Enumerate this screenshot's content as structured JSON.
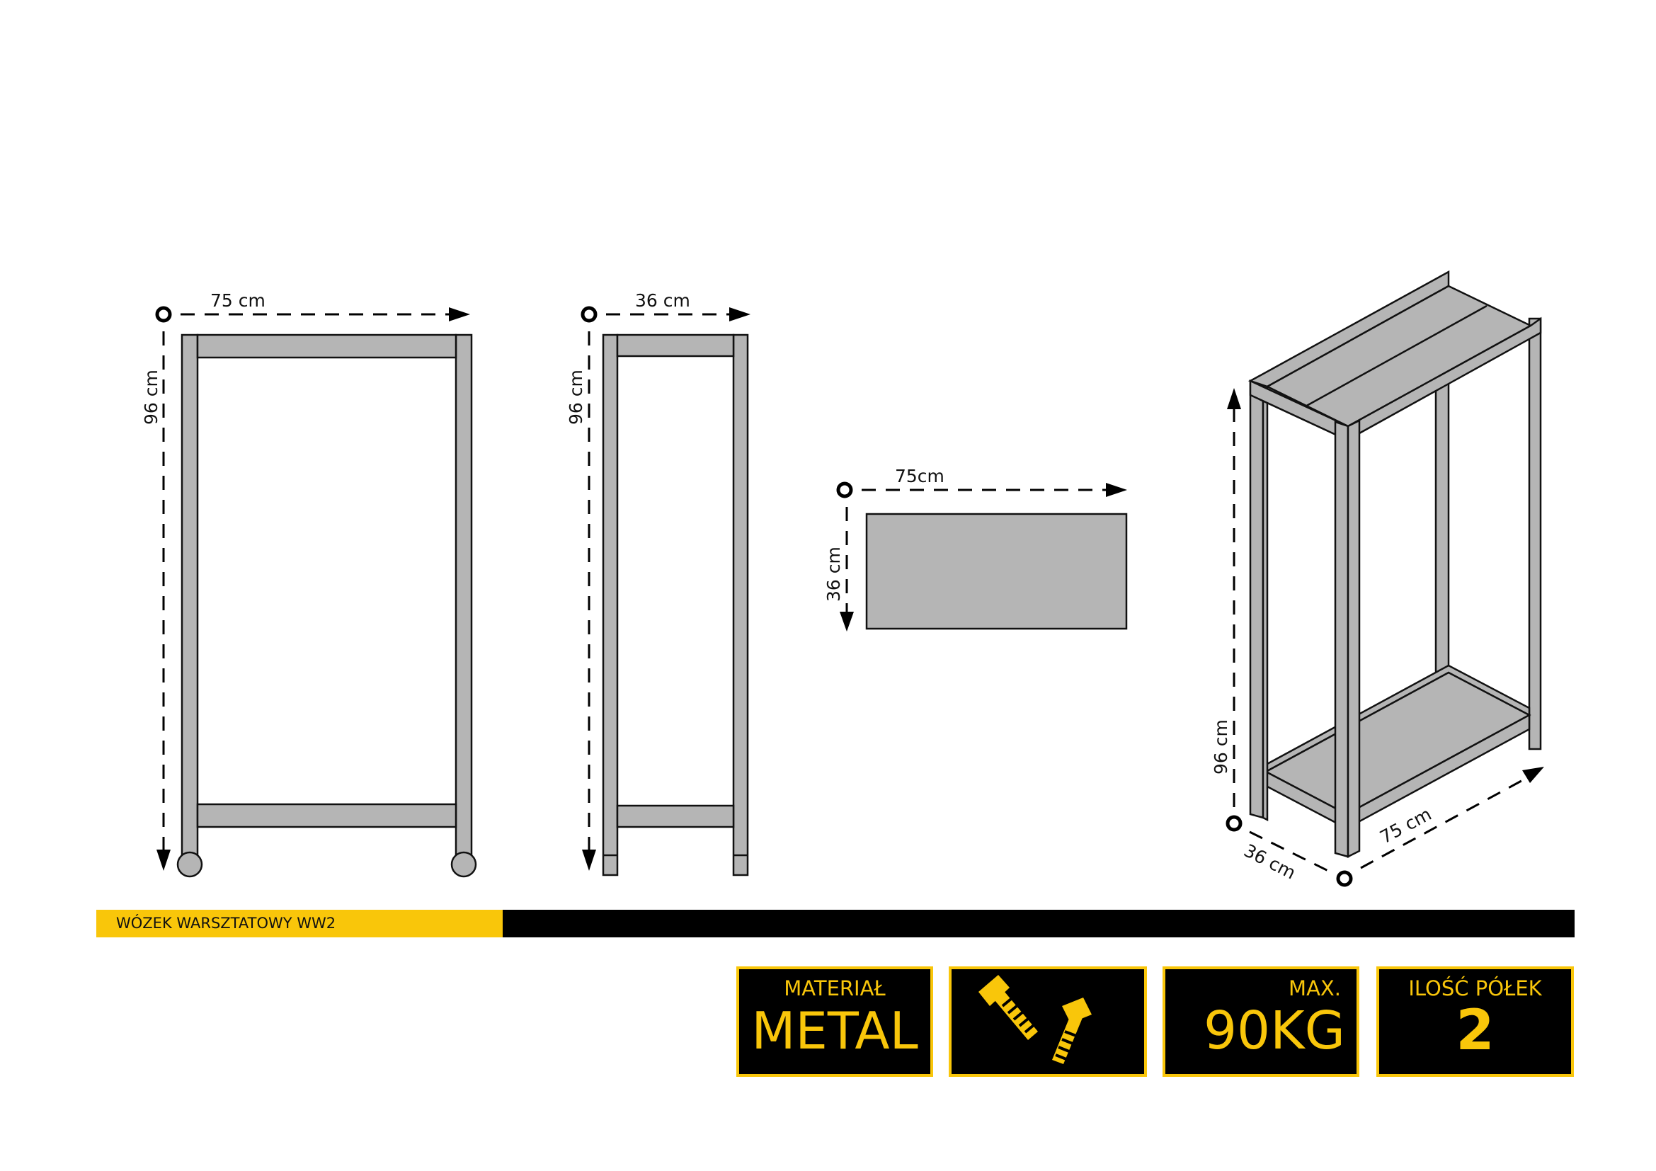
{
  "views": {
    "front": {
      "width_label": "75 cm",
      "height_label": "96 cm"
    },
    "side": {
      "width_label": "36 cm",
      "height_label": "96 cm"
    },
    "shelf": {
      "width_label": "75cm",
      "depth_label": "36 cm"
    },
    "iso": {
      "height_label": "96 cm",
      "depth_label": "36 cm",
      "width_label": "75 cm"
    }
  },
  "banner": {
    "label": "WÓZEK WARSZTATOWY WW2"
  },
  "badges": {
    "material": {
      "title": "MATERIAŁ",
      "value": "METAL"
    },
    "assembly": {
      "icon": "screws-icon"
    },
    "max_load": {
      "title": "MAX.",
      "value": "90KG"
    },
    "shelves": {
      "title": "ILOŚĆ PÓŁEK",
      "value": "2"
    }
  },
  "colors": {
    "accent_yellow": "#f9c60a",
    "part_gray": "#b5b5b5",
    "outline": "#111111",
    "banner_black": "#000000"
  }
}
